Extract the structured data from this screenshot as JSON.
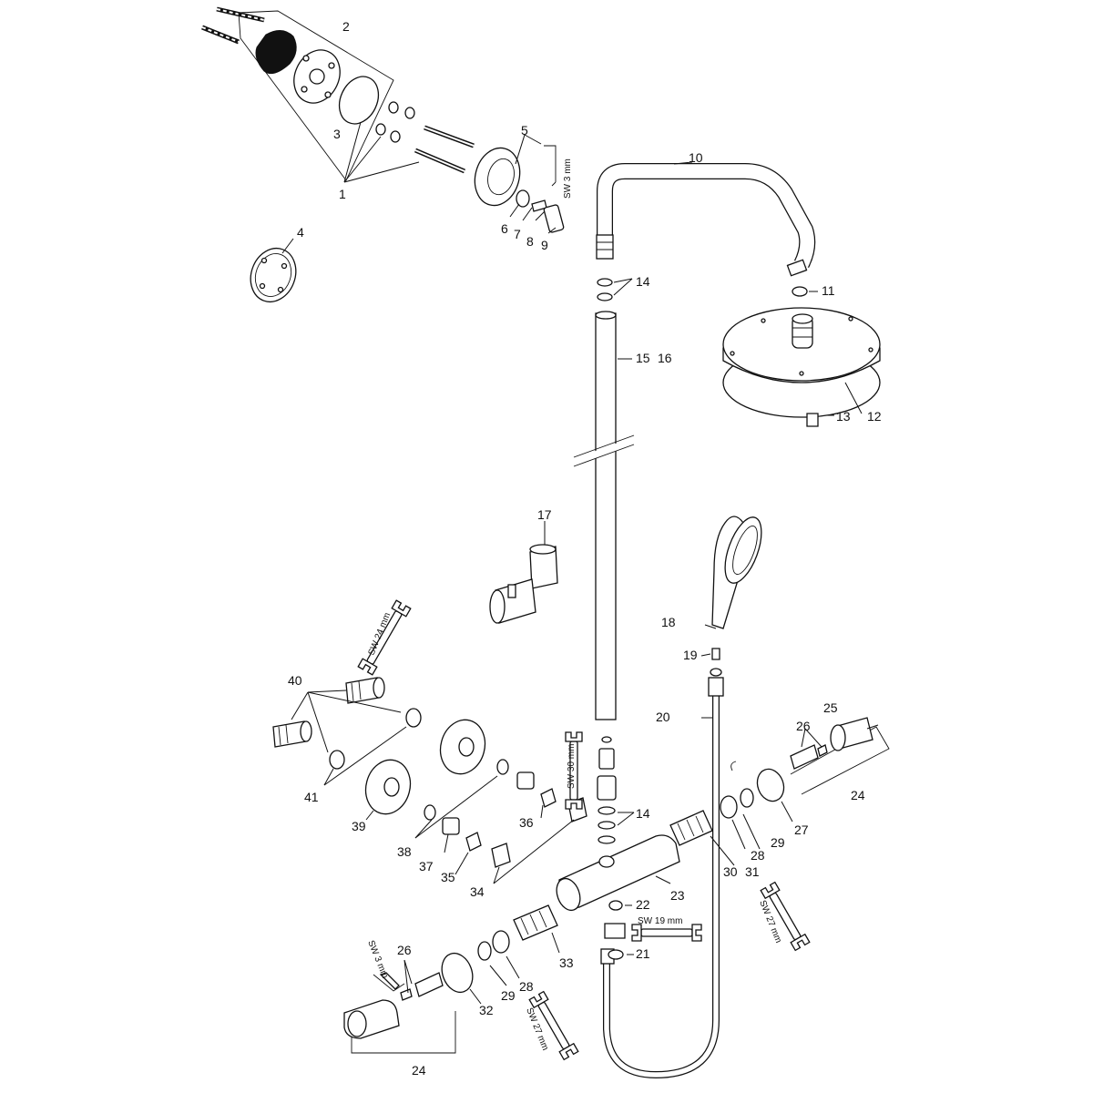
{
  "callouts": {
    "c1": "1",
    "c2": "2",
    "c3": "3",
    "c4": "4",
    "c5": "5",
    "c6": "6",
    "c7": "7",
    "c8": "8",
    "c9": "9",
    "c10": "10",
    "c11": "11",
    "c12": "12",
    "c13": "13",
    "c14a": "14",
    "c14b": "14",
    "c15": "15",
    "c16": "16",
    "c17": "17",
    "c18": "18",
    "c19": "19",
    "c20": "20",
    "c21": "21",
    "c22": "22",
    "c23": "23",
    "c24a": "24",
    "c24b": "24",
    "c25": "25",
    "c26a": "26",
    "c26b": "26",
    "c27": "27",
    "c28a": "28",
    "c28b": "28",
    "c29a": "29",
    "c29b": "29",
    "c30": "30",
    "c31": "31",
    "c32": "32",
    "c33": "33",
    "c34": "34",
    "c35": "35",
    "c36": "36",
    "c37": "37",
    "c38": "38",
    "c39": "39",
    "c40": "40",
    "c41": "41"
  },
  "tool_labels": {
    "sw3_top": "SW 3 mm",
    "sw24": "SW 24 mm",
    "sw30": "SW 30 mm",
    "sw19": "SW 19 mm",
    "sw27_right": "SW 27 mm",
    "sw27_bottom": "SW 27 mm",
    "sw3_bottom": "SW 3 mm"
  }
}
